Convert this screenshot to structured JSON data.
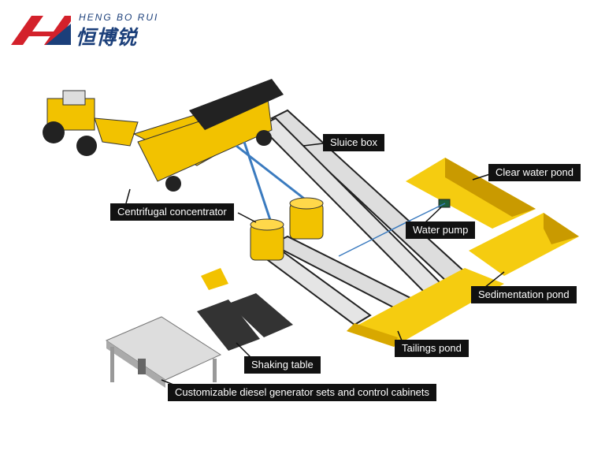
{
  "logo": {
    "brand_en": "HENG BO RUI",
    "brand_cn": "恒博锐",
    "colors": {
      "red": "#d3212b",
      "blue": "#1b3f7a"
    }
  },
  "colors": {
    "equipment": "#f2c200",
    "pond": "#f0c000",
    "label_bg": "#111111",
    "label_text": "#ffffff"
  },
  "labels": {
    "sluice_box": "Sluice box",
    "clear_water_pond": "Clear water pond",
    "centrifugal_concentrator": "Centrifugal concentrator",
    "water_pump": "Water pump",
    "sedimentation_pond": "Sedimentation pond",
    "tailings_pond": "Tailings pond",
    "shaking_table": "Shaking table",
    "generator": "Customizable diesel generator sets and control cabinets"
  }
}
